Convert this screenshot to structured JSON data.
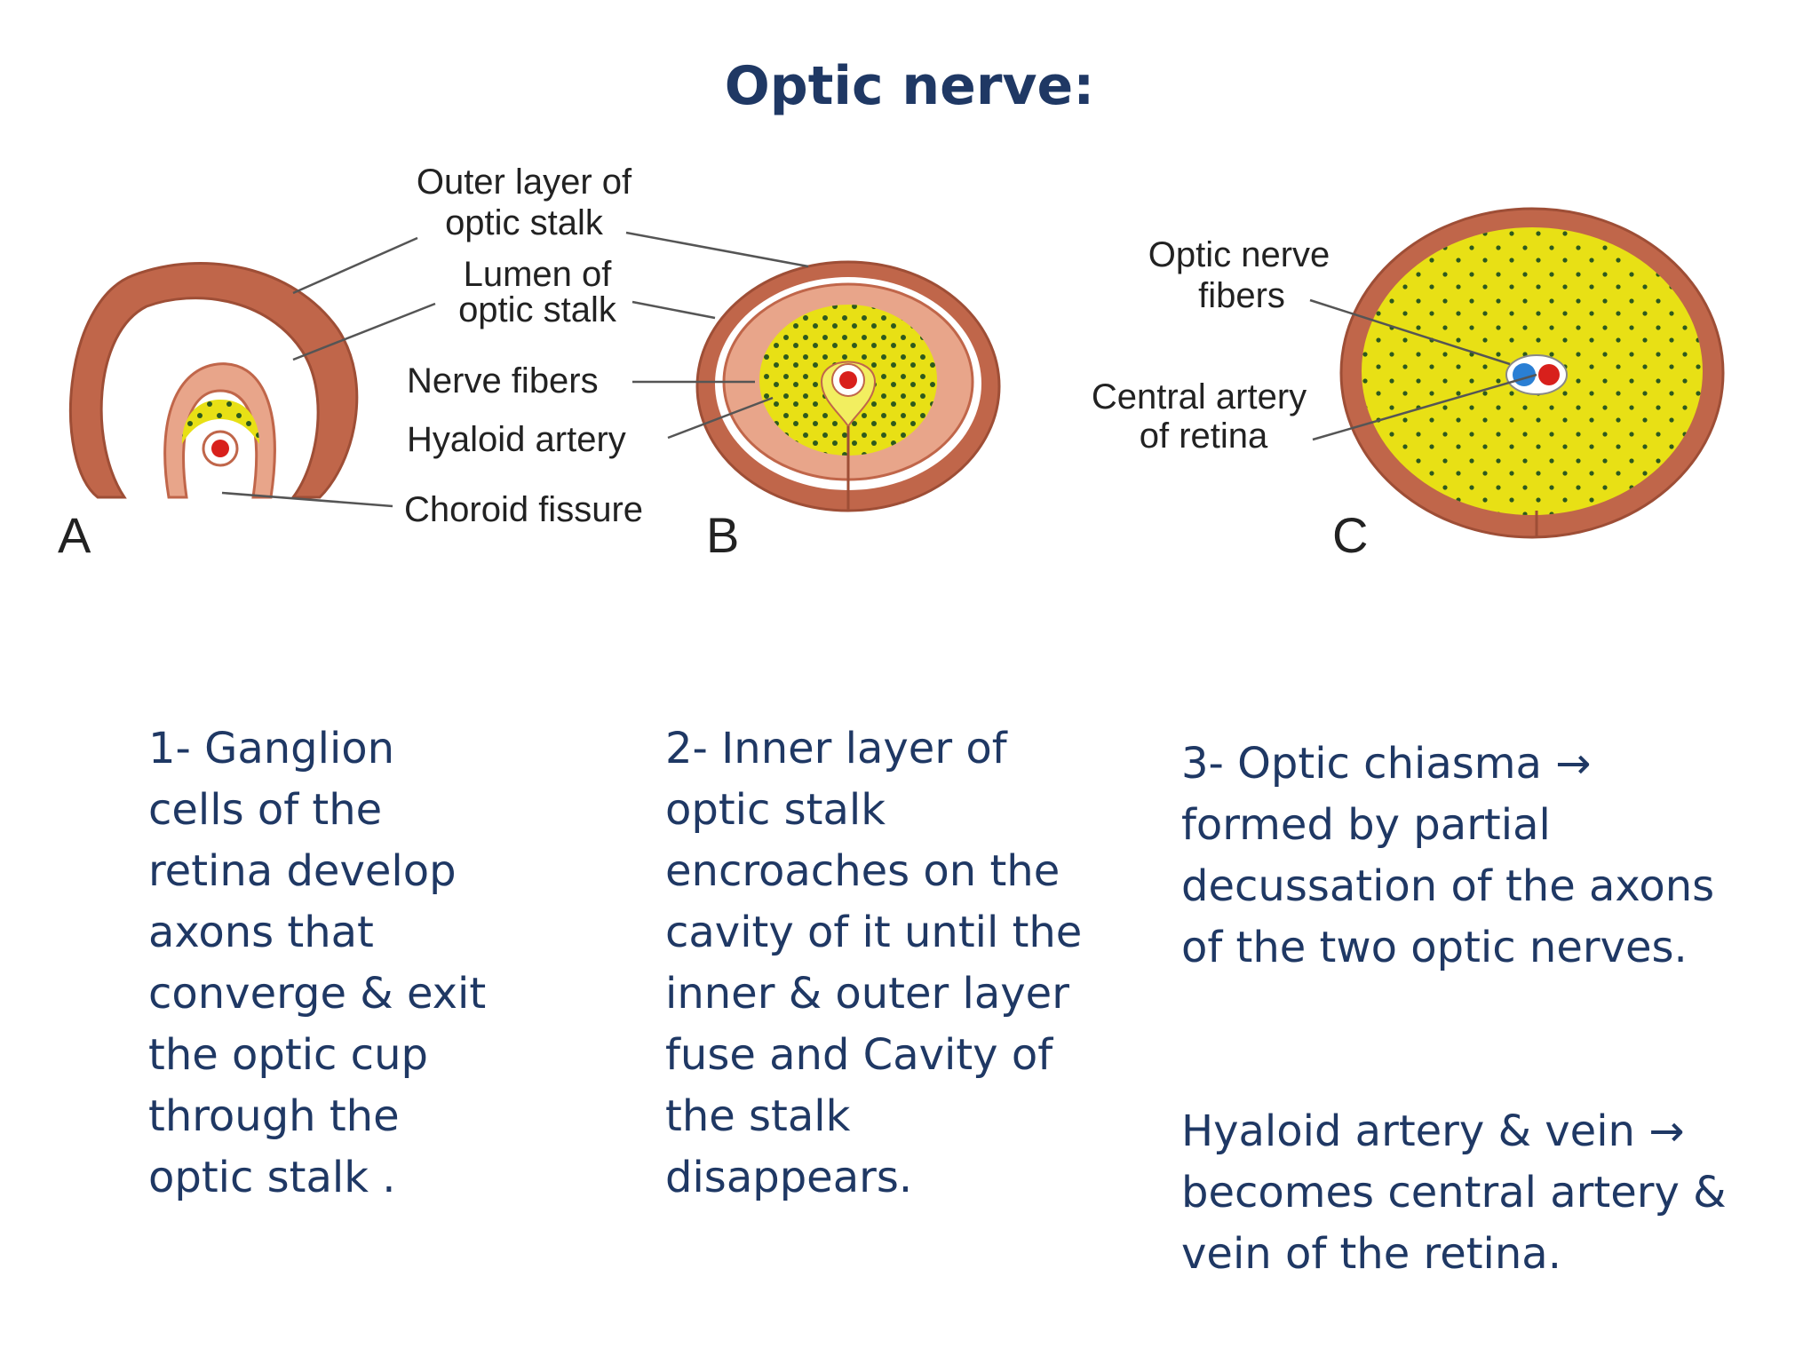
{
  "title": "Optic nerve:",
  "diagram": {
    "panels": [
      "A",
      "B",
      "C"
    ],
    "labels": {
      "outer_layer": [
        "Outer layer of",
        "optic stalk"
      ],
      "lumen": [
        "Lumen of",
        "optic stalk"
      ],
      "nerve_fibers": "Nerve fibers",
      "hyaloid_artery": "Hyaloid artery",
      "choroid_fissure": "Choroid fissure",
      "optic_nerve_fibers": [
        "Optic nerve",
        "fibers"
      ],
      "central_artery": [
        "Central artery",
        "of retina"
      ]
    },
    "colors": {
      "wall": "#c0664a",
      "wall_fill": "#e8b49a",
      "yellow": "#e8e015",
      "artery": "#d8201c",
      "vein": "#2a7fd4",
      "dots": "#2d5a1e"
    }
  },
  "columns": {
    "col1": "1- Ganglion\ncells of the\nretina develop\naxons that\nconverge & exit\nthe optic cup\nthrough the\noptic stalk .",
    "col2": "2-  Inner layer of\noptic stalk\nencroaches on the\ncavity of it until the\ninner & outer layer\nfuse and Cavity of\nthe stalk\ndisappears.",
    "col3_p1": "3- Optic chiasma →\nformed by partial\ndecussation of the axons\nof the two optic nerves.",
    "col3_p2": " Hyaloid artery & vein →\nbecomes central artery &\nvein of the retina."
  }
}
